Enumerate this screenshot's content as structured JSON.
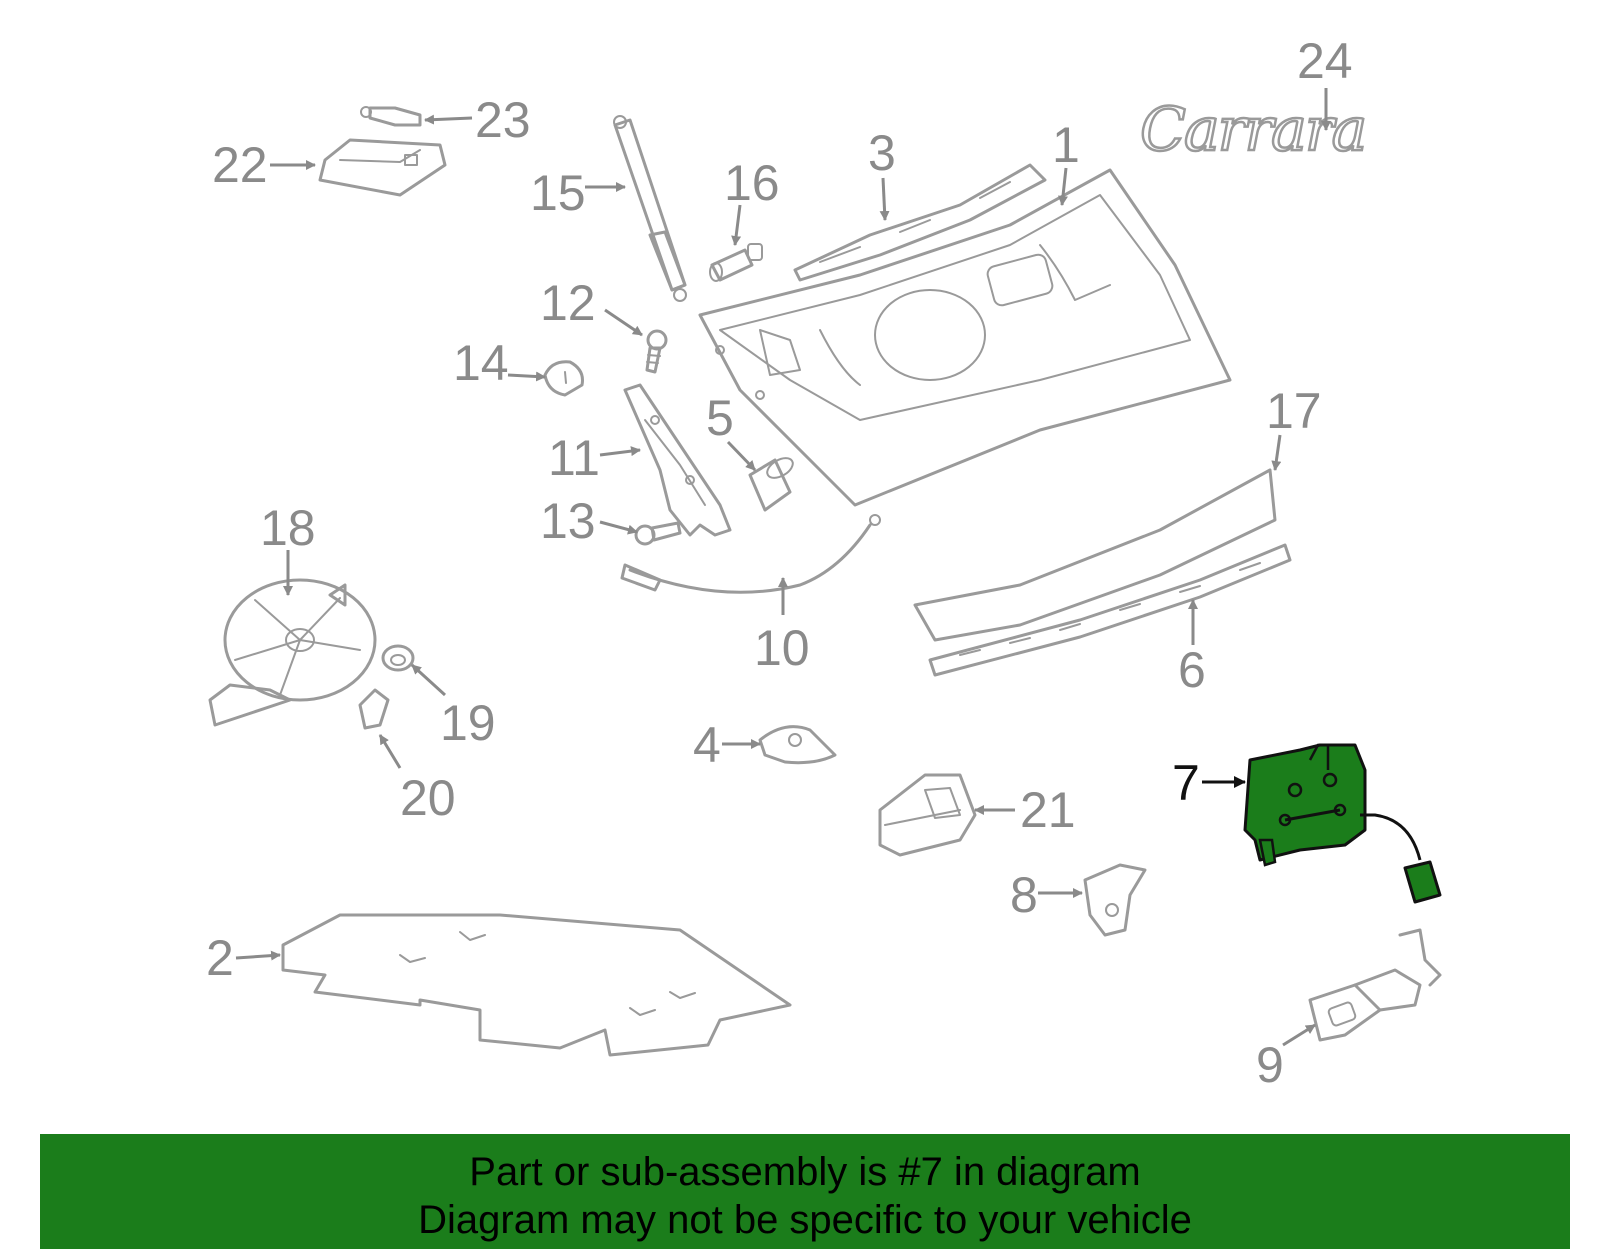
{
  "callouts": {
    "c1": "1",
    "c2": "2",
    "c3": "3",
    "c4": "4",
    "c5": "5",
    "c6": "6",
    "c7": "7",
    "c8": "8",
    "c9": "9",
    "c10": "10",
    "c11": "11",
    "c12": "12",
    "c13": "13",
    "c14": "14",
    "c15": "15",
    "c16": "16",
    "c17": "17",
    "c18": "18",
    "c19": "19",
    "c20": "20",
    "c21": "21",
    "c22": "22",
    "c23": "23",
    "c24": "24"
  },
  "emblem_text": "Carrara",
  "highlighted_part": "7",
  "banner": {
    "line1": "Part or sub-assembly is #7 in diagram",
    "line2": "Diagram may not be specific to your vehicle"
  },
  "colors": {
    "part_gray": "#9a9a9a",
    "highlight_green": "#1b7d1b",
    "banner_green": "#1b7d1b"
  }
}
